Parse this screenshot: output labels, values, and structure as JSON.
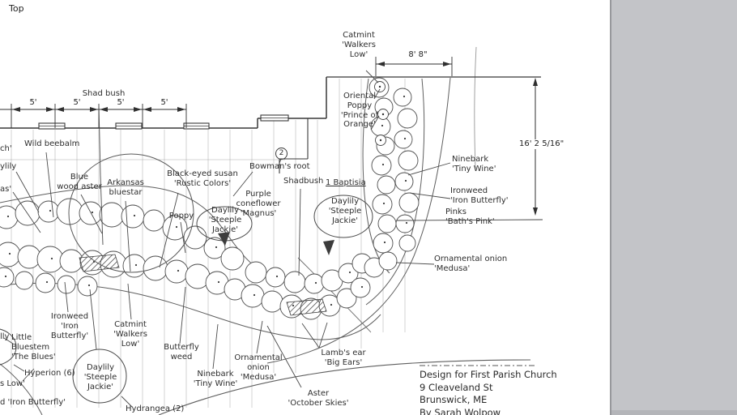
{
  "viewport": {
    "label": "Top"
  },
  "colors": {
    "paper": "#ffffff",
    "ink": "#3a3a3a",
    "panel_gray": "#c3c4c8",
    "panel_edge": "#97989c"
  },
  "plan": {
    "dimension_labels": {
      "spacing": [
        "5'",
        "5'",
        "5'",
        "5'"
      ],
      "building_width": "8' 8\"",
      "bed_height": "16' 2 5/16\""
    },
    "callouts": {
      "circled_number": "2"
    },
    "plant_labels": [
      {
        "id": "shad-bush-top",
        "text": "Shad bush"
      },
      {
        "id": "catmint-top",
        "text": "Catmint\n'Walkers\nLow'"
      },
      {
        "id": "oriental-poppy",
        "text": "Oriental\nPoppy\n'Prince of\nOrange'"
      },
      {
        "id": "ninebark-upper",
        "text": "Ninebark\n'Tiny Wine'"
      },
      {
        "id": "ironweed-upper",
        "text": "Ironweed\n'Iron Butterfly'"
      },
      {
        "id": "pinks",
        "text": "Pinks\n'Bath's Pink'"
      },
      {
        "id": "ornamental-onion-upper",
        "text": "Ornamental onion\n'Medusa'"
      },
      {
        "id": "wild-beebalm",
        "text": "Wild beebalm"
      },
      {
        "id": "blue-wood-aster",
        "text": "Blue\nwood aster"
      },
      {
        "id": "arkansas-bluestar",
        "text": "Arkansas\nbluestar"
      },
      {
        "id": "black-eyed-susan",
        "text": "Black-eyed susan\n'Rustic Colors'"
      },
      {
        "id": "bowmans-root",
        "text": "Bowman's root"
      },
      {
        "id": "shadbush-mid",
        "text": "Shadbush"
      },
      {
        "id": "baptisia",
        "text": "1 Baptisia"
      },
      {
        "id": "purple-coneflower",
        "text": "Purple\nconeflower\n'Magnus'"
      },
      {
        "id": "poppy",
        "text": "Poppy"
      },
      {
        "id": "daylily-mid-left",
        "text": "Daylily\n'Steeple\nJackie'"
      },
      {
        "id": "daylily-mid-right",
        "text": "Daylily\n'Steeple\nJackie'"
      },
      {
        "id": "ironweed-lower",
        "text": "Ironweed\n'Iron\nButterfly'"
      },
      {
        "id": "catmint-lower",
        "text": "Catmint\n'Walkers\nLow'"
      },
      {
        "id": "little-bluestem",
        "text": "Little\nBluestem\n'The Blues'"
      },
      {
        "id": "hyperion",
        "text": "Hyperion (6)"
      },
      {
        "id": "daylily-bottom",
        "text": "Daylily\n'Steeple\nJackie'"
      },
      {
        "id": "butterfly-weed",
        "text": "Butterfly\nweed"
      },
      {
        "id": "ninebark-lower",
        "text": "Ninebark\n'Tiny Wine'"
      },
      {
        "id": "ornamental-onion-lower",
        "text": "Ornamental\nonion\n'Medusa'"
      },
      {
        "id": "lambs-ear",
        "text": "Lamb's ear\n'Big Ears'"
      },
      {
        "id": "aster-october",
        "text": "Aster\n'October Skies'"
      },
      {
        "id": "hydrangea",
        "text": "Hydrangea (2)"
      }
    ],
    "partial_labels": [
      {
        "id": "part-ch",
        "text": "ch'"
      },
      {
        "id": "part-ylily",
        "text": "ylily"
      },
      {
        "id": "part-as",
        "text": "as'"
      },
      {
        "id": "part-lly",
        "text": "lly"
      },
      {
        "id": "part-slow",
        "text": "s Low'"
      },
      {
        "id": "part-ironbutterfly",
        "text": "d  'Iron Butterfly'"
      }
    ],
    "title_block": {
      "lines": [
        "Design for First Parish Church",
        "9 Cleaveland St",
        "Brunswick, ME",
        "By Sarah Wolpow"
      ]
    }
  }
}
